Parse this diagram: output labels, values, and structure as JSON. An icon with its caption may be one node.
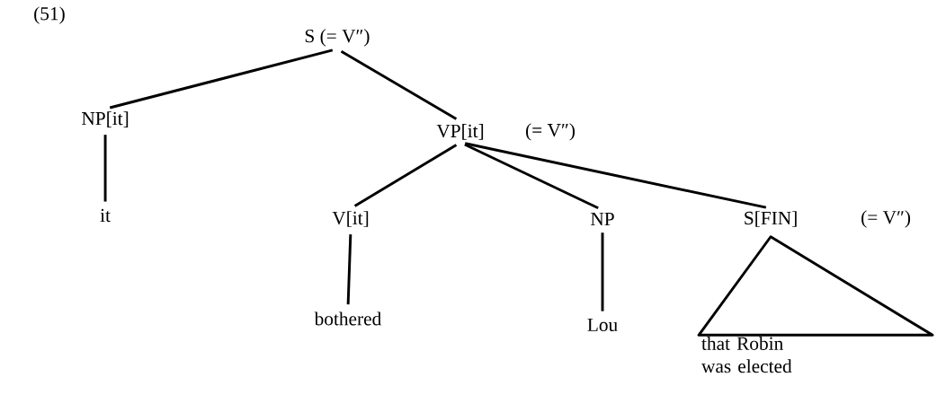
{
  "diagram": {
    "nodes": [
      {
        "text": [
          "S (= V″)"
        ]
      },
      {
        "text": [
          "NP[it]"
        ]
      },
      {
        "text": [
          "VP[it]"
        ],
        "beside": [
          "(= V″)"
        ]
      },
      {
        "text": [
          "it"
        ]
      },
      {
        "text": [
          "V[it]"
        ]
      },
      {
        "text": [
          "NP"
        ]
      },
      {
        "text": [
          "S[FIN]"
        ],
        "beside": [
          "(= V″)"
        ]
      },
      {
        "text": [
          "bothered"
        ]
      },
      {
        "text": [
          "Lou"
        ]
      },
      {
        "text": [
          "that Robin was elected"
        ]
      }
    ],
    "edges": [
      {
        "from": 0,
        "to": 1,
        "arrow": "none"
      },
      {
        "from": 0,
        "to": 2,
        "arrow": "none"
      },
      {
        "from": 1,
        "to": 3,
        "arrow": "none"
      },
      {
        "from": 2,
        "to": 4,
        "arrow": "none"
      },
      {
        "from": 2,
        "to": 5,
        "arrow": "none"
      },
      {
        "from": 2,
        "to": 6,
        "arrow": "none"
      },
      {
        "from": 4,
        "to": 7,
        "arrow": "none"
      },
      {
        "from": 5,
        "to": 8,
        "arrow": "none"
      },
      {
        "from": 6,
        "to": 9,
        "arrow": "none"
      }
    ],
    "labels": [
      "(51)"
    ]
  }
}
